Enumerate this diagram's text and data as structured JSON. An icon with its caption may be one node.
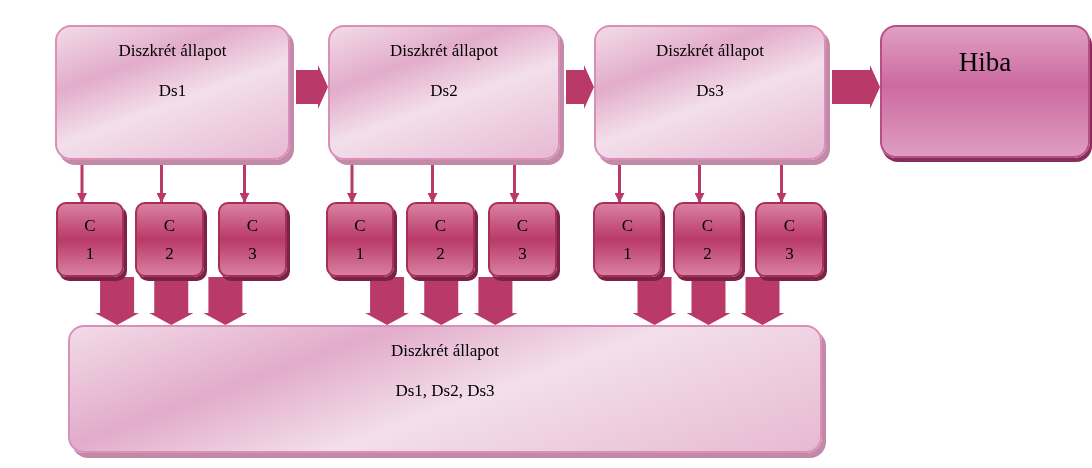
{
  "diagram": {
    "nodes": [
      {
        "text": [
          "Diszkrét állapot",
          "Ds1"
        ]
      },
      {
        "text": [
          "Diszkrét állapot",
          "Ds2"
        ]
      },
      {
        "text": [
          "Diszkrét állapot",
          "Ds3"
        ]
      },
      {
        "text": [
          "Hiba"
        ]
      },
      {
        "text": [
          "C 1"
        ]
      },
      {
        "text": [
          "C 2"
        ]
      },
      {
        "text": [
          "C 3"
        ]
      },
      {
        "text": [
          "C 1"
        ]
      },
      {
        "text": [
          "C 2"
        ]
      },
      {
        "text": [
          "C 3"
        ]
      },
      {
        "text": [
          "C 1"
        ]
      },
      {
        "text": [
          "C 2"
        ]
      },
      {
        "text": [
          "C 3"
        ]
      },
      {
        "text": [
          "Diszkrét állapot",
          "Ds1, Ds2, Ds3"
        ]
      }
    ],
    "edges": [
      {
        "from": 0,
        "to": 1,
        "arrow": "to"
      },
      {
        "from": 1,
        "to": 2,
        "arrow": "to"
      },
      {
        "from": 2,
        "to": 3,
        "arrow": "to"
      },
      {
        "from": 0,
        "to": 4,
        "arrow": "to"
      },
      {
        "from": 0,
        "to": 5,
        "arrow": "to"
      },
      {
        "from": 0,
        "to": 6,
        "arrow": "to"
      },
      {
        "from": 1,
        "to": 7,
        "arrow": "to"
      },
      {
        "from": 1,
        "to": 8,
        "arrow": "to"
      },
      {
        "from": 1,
        "to": 9,
        "arrow": "to"
      },
      {
        "from": 2,
        "to": 10,
        "arrow": "to"
      },
      {
        "from": 2,
        "to": 11,
        "arrow": "to"
      },
      {
        "from": 2,
        "to": 12,
        "arrow": "to"
      },
      {
        "from": 4,
        "to": 13,
        "arrow": "to"
      },
      {
        "from": 5,
        "to": 13,
        "arrow": "to"
      },
      {
        "from": 6,
        "to": 13,
        "arrow": "to"
      },
      {
        "from": 7,
        "to": 13,
        "arrow": "to"
      },
      {
        "from": 8,
        "to": 13,
        "arrow": "to"
      },
      {
        "from": 9,
        "to": 13,
        "arrow": "to"
      },
      {
        "from": 10,
        "to": 13,
        "arrow": "to"
      },
      {
        "from": 11,
        "to": 13,
        "arrow": "to"
      },
      {
        "from": 12,
        "to": 13,
        "arrow": "to"
      }
    ]
  }
}
